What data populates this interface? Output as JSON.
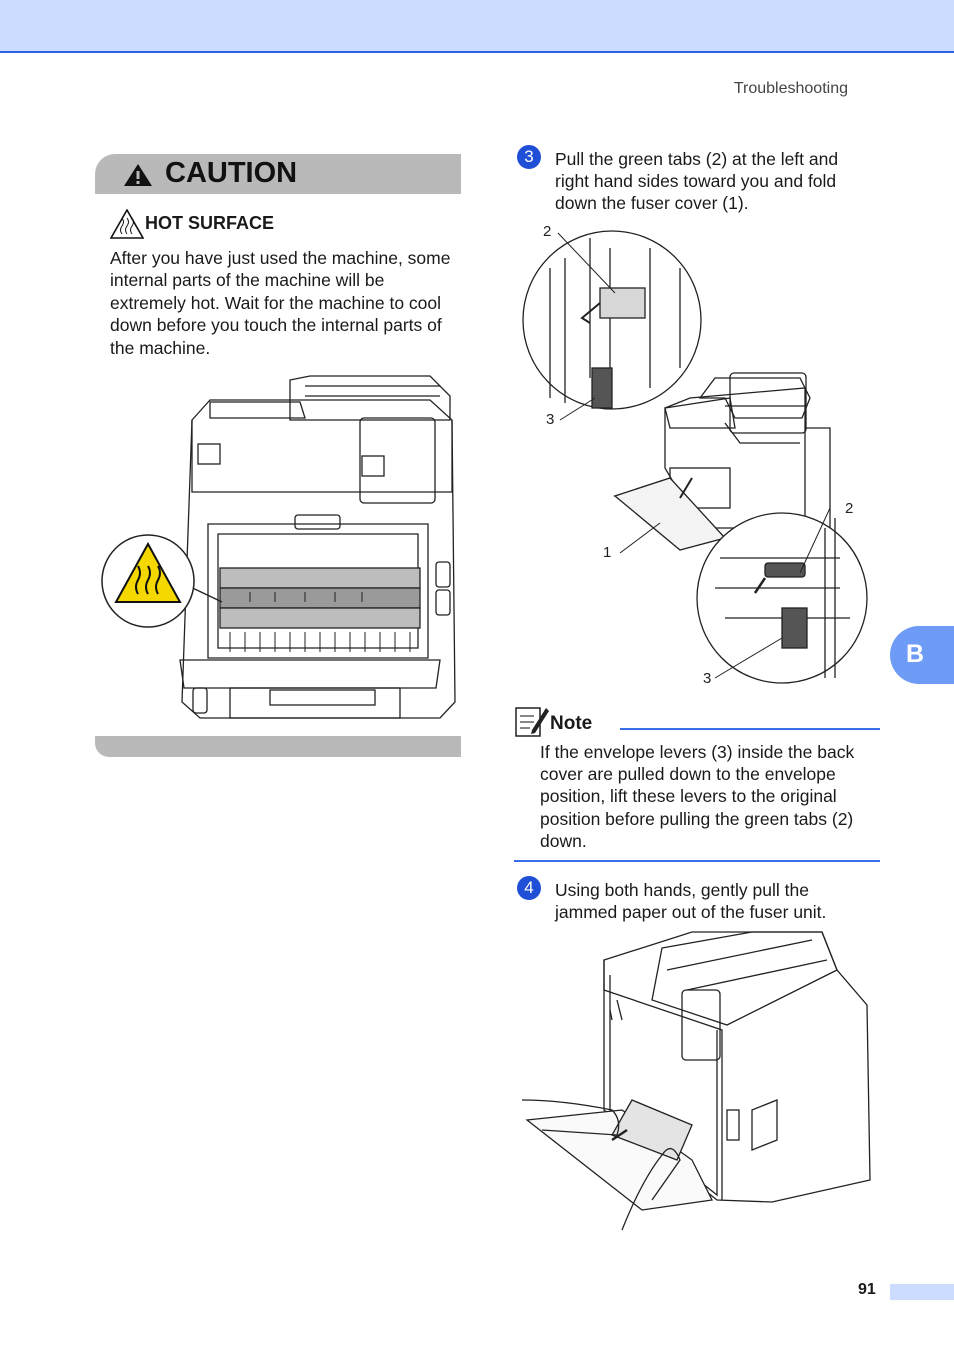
{
  "header": {
    "running_head": "Troubleshooting"
  },
  "caution": {
    "title": "CAUTION",
    "subtitle": "HOT SURFACE",
    "text": "After you have just used the machine, some internal parts of the machine will be extremely hot. Wait for the machine to cool down before you touch the internal parts of the machine."
  },
  "steps": [
    {
      "number": "3",
      "text": "Pull the green tabs (2) at the left and right hand sides toward you and fold down the fuser cover (1)."
    },
    {
      "number": "4",
      "text": "Using both hands, gently pull the jammed paper out of the fuser unit."
    }
  ],
  "callouts": {
    "top_2": "2",
    "top_3": "3",
    "right_2": "2",
    "left_1": "1",
    "bottom_3": "3"
  },
  "note": {
    "title": "Note",
    "text": "If the envelope levers (3) inside the back cover are pulled down to the envelope position, lift these levers to the original position before pulling the green tabs (2) down."
  },
  "side_tab": "B",
  "footer": {
    "page_number": "91"
  },
  "colors": {
    "accent_blue": "#2a62e0",
    "header_bg": "#ccdcff",
    "caution_gray": "#b9b9b9",
    "hot_yellow": "#f5d800"
  }
}
